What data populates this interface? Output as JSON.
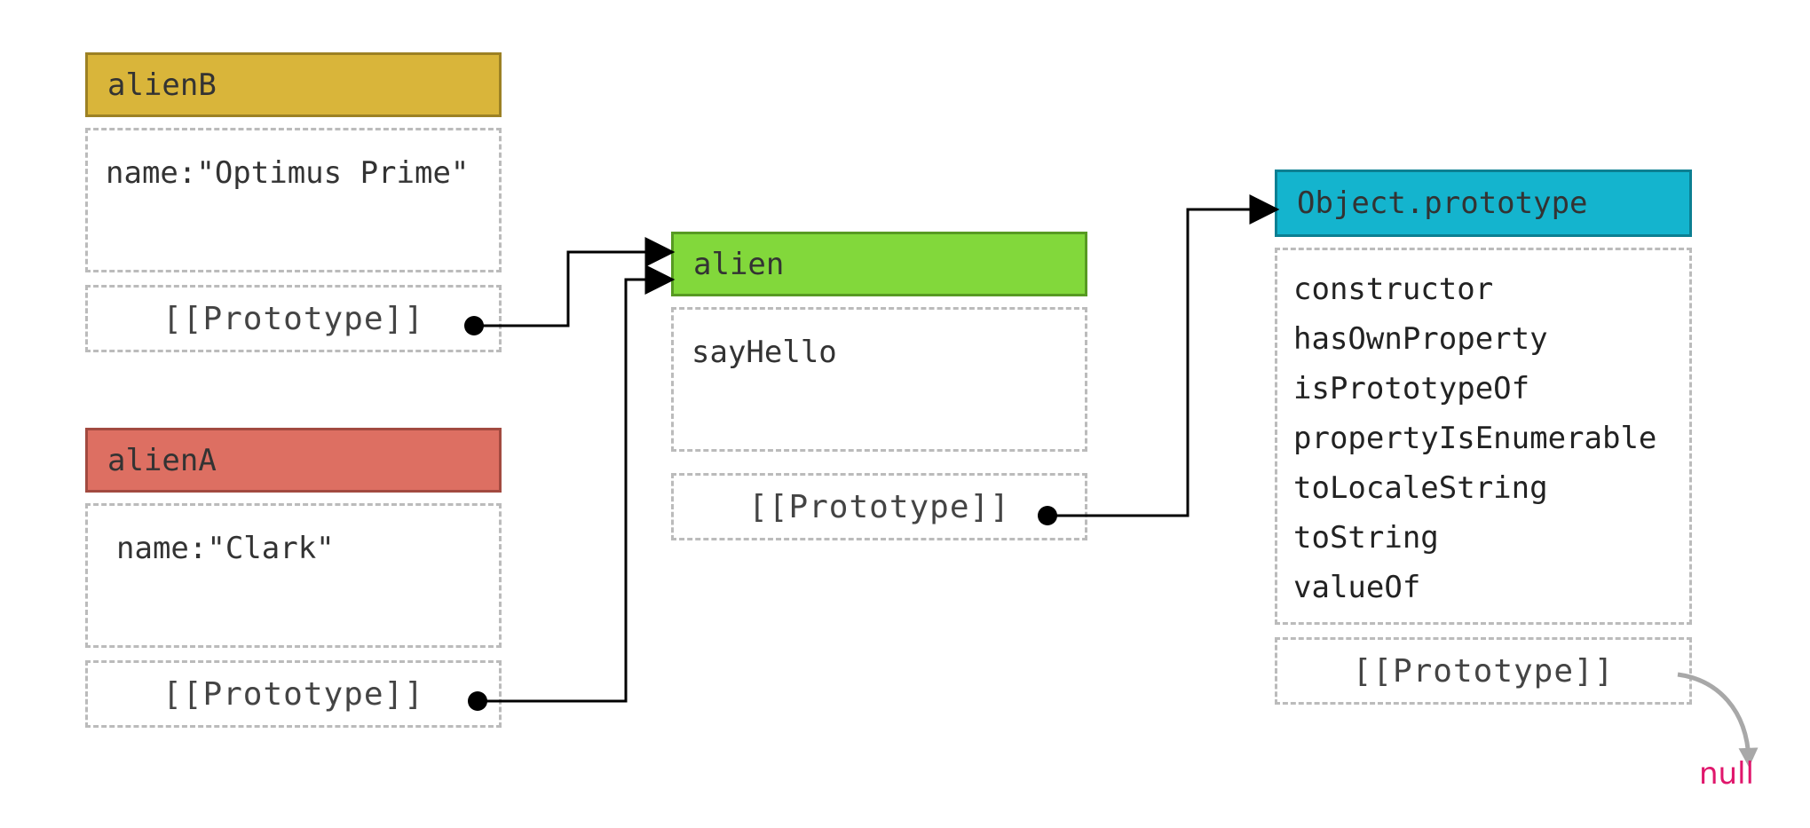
{
  "colors": {
    "alienB": "#d9b53a",
    "alienA": "#dd6f62",
    "alien": "#82d83b",
    "object_prototype": "#14b4ce",
    "null_text": "#e0176c",
    "arrow": "#000000",
    "null_arrow": "#a8a8a8"
  },
  "objects": {
    "alienB": {
      "title": "alienB",
      "props": [
        "name:\"Optimus Prime\""
      ],
      "proto_label": "[[Prototype]]"
    },
    "alienA": {
      "title": "alienA",
      "props": [
        "name:\"Clark\""
      ],
      "proto_label": "[[Prototype]]"
    },
    "alien": {
      "title": "alien",
      "props": [
        "sayHello"
      ],
      "proto_label": "[[Prototype]]"
    },
    "object_prototype": {
      "title": "Object.prototype",
      "props": [
        "constructor",
        "hasOwnProperty",
        "isPrototypeOf",
        "propertyIsEnumerable",
        "toLocaleString",
        "toString",
        "valueOf"
      ],
      "proto_label": "[[Prototype]]"
    }
  },
  "null_label": "null"
}
